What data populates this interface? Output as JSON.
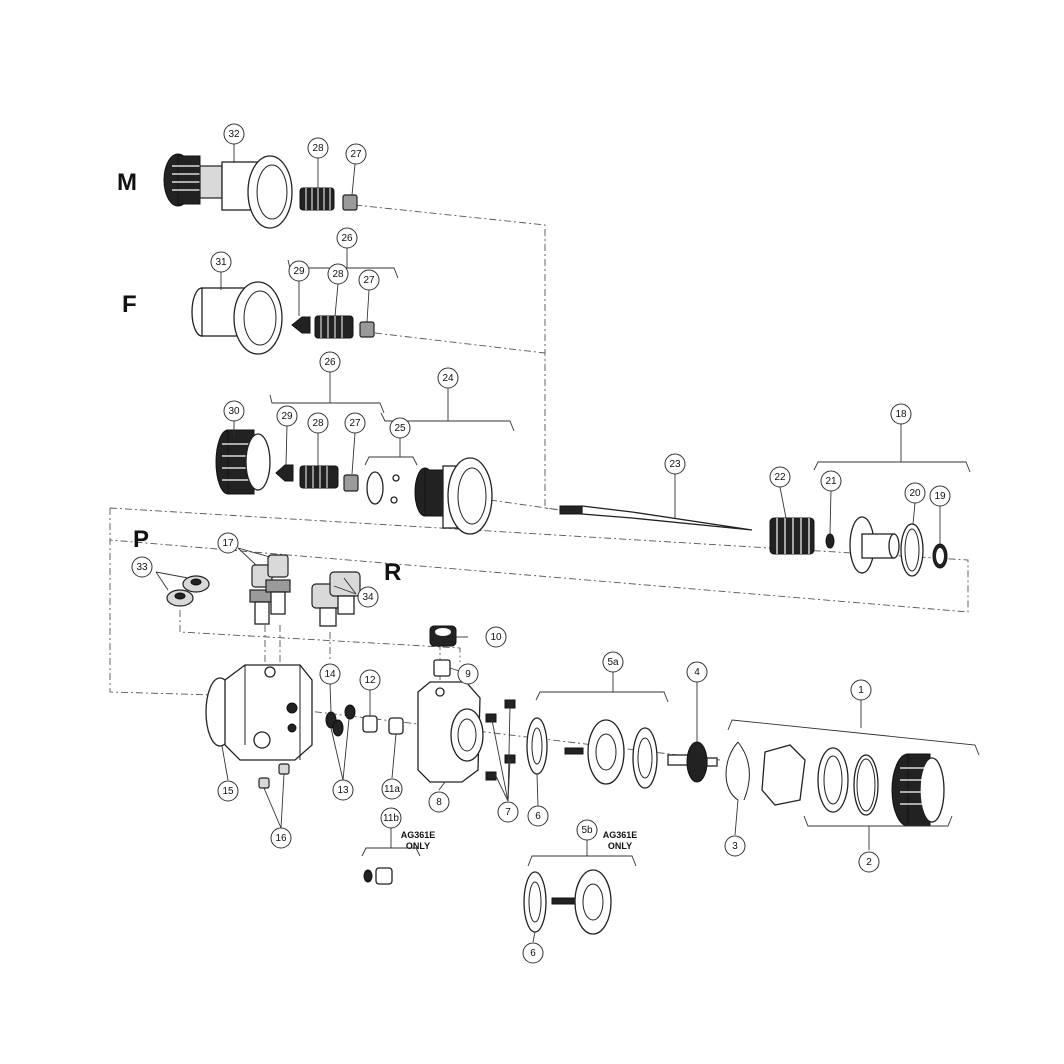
{
  "variant_labels": {
    "m": "M",
    "f": "F",
    "p": "P",
    "r": "R"
  },
  "callouts": {
    "c1": "1",
    "c2": "2",
    "c3": "3",
    "c4": "4",
    "c5a": "5a",
    "c5b": "5b",
    "c6a": "6",
    "c6b": "6",
    "c7": "7",
    "c8": "8",
    "c9": "9",
    "c10": "10",
    "c11a": "11a",
    "c11b": "11b",
    "c12": "12",
    "c13": "13",
    "c14": "14",
    "c15": "15",
    "c16": "16",
    "c17": "17",
    "c18": "18",
    "c19": "19",
    "c20": "20",
    "c21": "21",
    "c22": "22",
    "c23": "23",
    "c24": "24",
    "c25": "25",
    "c26a": "26",
    "c26b": "26",
    "c27a": "27",
    "c27b": "27",
    "c27c": "27",
    "c28a": "28",
    "c28b": "28",
    "c28c": "28",
    "c29a": "29",
    "c29b": "29",
    "c30": "30",
    "c31": "31",
    "c32": "32",
    "c33": "33",
    "c34": "34"
  },
  "notes": {
    "n11b_line1": "AG361E",
    "n11b_line2": "ONLY",
    "n5b_line1": "AG361E",
    "n5b_line2": "ONLY"
  }
}
